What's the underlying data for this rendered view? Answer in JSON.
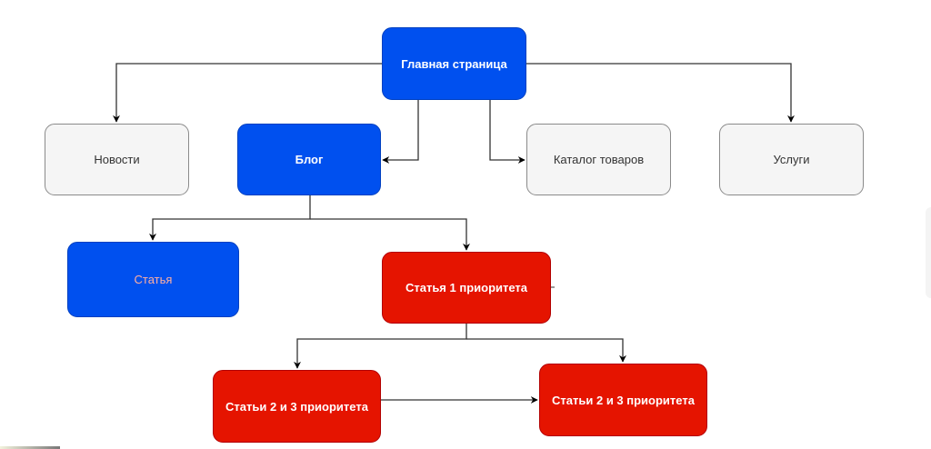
{
  "diagram": {
    "nodes": [
      {
        "id": "home",
        "label": "Главная страница",
        "style": "blue"
      },
      {
        "id": "news",
        "label": "Новости",
        "style": "gray"
      },
      {
        "id": "blog",
        "label": "Блог",
        "style": "blue"
      },
      {
        "id": "catalog",
        "label": "Каталог товаров",
        "style": "gray"
      },
      {
        "id": "services",
        "label": "Услуги",
        "style": "gray"
      },
      {
        "id": "article",
        "label": "Статья",
        "style": "blue"
      },
      {
        "id": "article_p1",
        "label": "Статья 1 приоритета",
        "style": "red"
      },
      {
        "id": "articles_p23_a",
        "label": "Статьи 2 и 3 приоритета",
        "style": "red"
      },
      {
        "id": "articles_p23_b",
        "label": "Статьи 2 и 3 приоритета",
        "style": "red"
      }
    ],
    "edges": [
      {
        "from": "home",
        "to": "news"
      },
      {
        "from": "home",
        "to": "services"
      },
      {
        "from": "home",
        "to": "blog"
      },
      {
        "from": "home",
        "to": "catalog"
      },
      {
        "from": "blog",
        "to": "article"
      },
      {
        "from": "blog",
        "to": "article_p1"
      },
      {
        "from": "article_p1",
        "to": "articles_p23_a"
      },
      {
        "from": "article_p1",
        "to": "articles_p23_b"
      },
      {
        "from": "articles_p23_a",
        "to": "articles_p23_b"
      }
    ],
    "colors": {
      "blue": "#0050ef",
      "red": "#e51400",
      "gray_fill": "#f5f5f5",
      "gray_stroke": "#8a8a8a",
      "edge": "#333333"
    }
  }
}
